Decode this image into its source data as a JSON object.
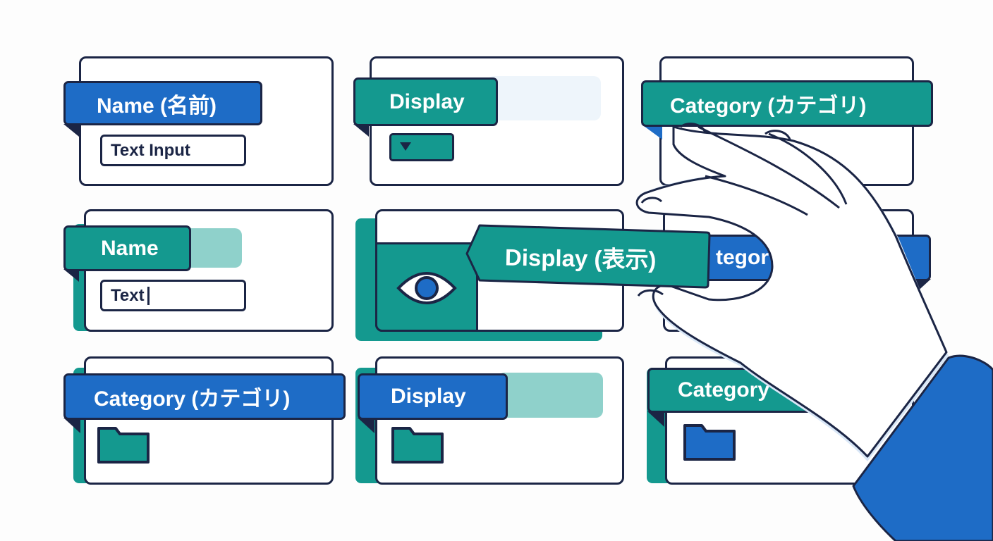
{
  "cards": {
    "r1c1": {
      "label": "Name (名前)",
      "input_text": "Text Input"
    },
    "r1c2": {
      "label": "Display"
    },
    "r1c3": {
      "label": "Category (カテゴリ)"
    },
    "r2c1": {
      "label": "Name",
      "input_text": "Text"
    },
    "r2c2": {
      "label": "Display (表示)"
    },
    "r2c3": {
      "label": "tegor"
    },
    "r2c3_right": {
      "label": ")"
    },
    "r3c1": {
      "label": "Category (カテゴリ)"
    },
    "r3c2": {
      "label": "Display"
    },
    "r3c3": {
      "label": "Category"
    }
  },
  "icons": {
    "dropdown": "dropdown-arrow-icon",
    "eye": "eye-icon",
    "folder": "folder-icon"
  },
  "colors": {
    "blue": "#1e6cc6",
    "teal": "#14998f",
    "outline": "#1b2545",
    "light_teal": "#8fd1cb",
    "light_blue": "#eef5fb"
  }
}
